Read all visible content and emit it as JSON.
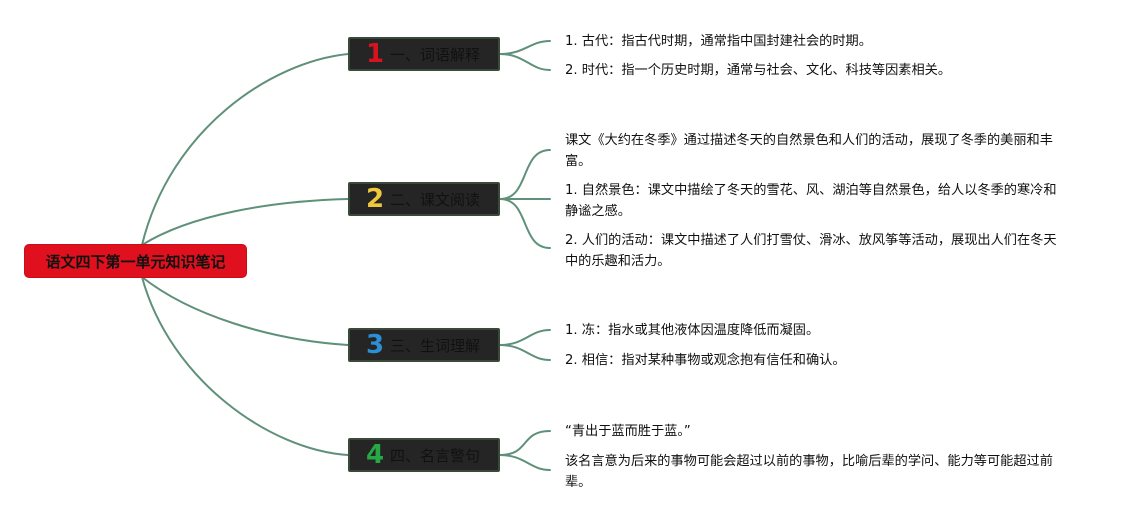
{
  "root": {
    "label": "语文四下第一单元知识笔记"
  },
  "colors": {
    "connector": "#5f9079",
    "root_bg": "#e0101e",
    "branch_bg": "#252525",
    "num1": "#d8121e",
    "num2": "#f0c83c",
    "num3": "#2c8fd6",
    "num4": "#26a845"
  },
  "branches": [
    {
      "number": "1",
      "label": "一、词语解释",
      "leaves": [
        "1. 古代：指古代时期，通常指中国封建社会的时期。",
        "2. 时代：指一个历史时期，通常与社会、文化、科技等因素相关。"
      ]
    },
    {
      "number": "2",
      "label": "二、课文阅读",
      "leaves": [
        "课文《大约在冬季》通过描述冬天的自然景色和人们的活动，展现了冬季的美丽和丰富。",
        "1. 自然景色：课文中描绘了冬天的雪花、风、湖泊等自然景色，给人以冬季的寒冷和静谧之感。",
        "2. 人们的活动：课文中描述了人们打雪仗、滑冰、放风筝等活动，展现出人们在冬天中的乐趣和活力。"
      ]
    },
    {
      "number": "3",
      "label": "三、生词理解",
      "leaves": [
        "1. 冻：指水或其他液体因温度降低而凝固。",
        "2. 相信：指对某种事物或观念抱有信任和确认。"
      ]
    },
    {
      "number": "4",
      "label": "四、名言警句",
      "leaves": [
        "“青出于蓝而胜于蓝。”",
        "该名言意为后来的事物可能会超过以前的事物，比喻后辈的学问、能力等可能超过前辈。"
      ]
    }
  ]
}
